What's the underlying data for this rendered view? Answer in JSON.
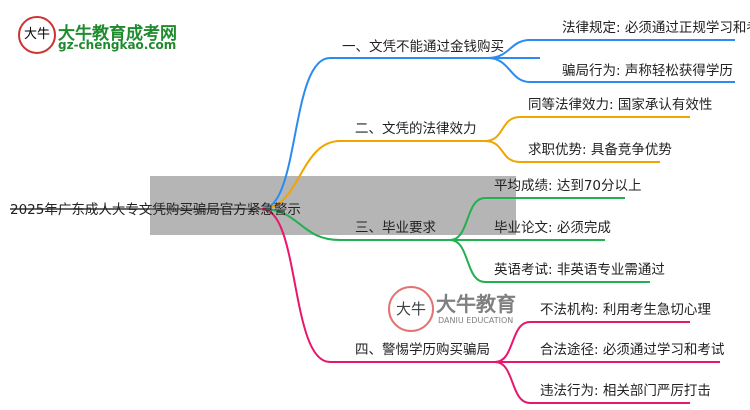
{
  "logo": {
    "title": "大牛教育成考网",
    "url": "gz-chengkao.com",
    "mark": "大牛"
  },
  "watermark": {
    "title": "大牛教育",
    "sub": "DANIU EDUCATION",
    "mark": "大牛"
  },
  "root": "2025年广东成人大专文凭购买骗局官方紧急警示",
  "branches": [
    {
      "label": "一、文凭不能通过金钱购买",
      "color": "#2a8cf0",
      "children": [
        "法律规定: 必须通过正规学习和考试",
        "骗局行为: 声称轻松获得学历"
      ]
    },
    {
      "label": "二、文凭的法律效力",
      "color": "#f0a500",
      "children": [
        "同等法律效力: 国家承认有效性",
        "求职优势: 具备竞争优势"
      ]
    },
    {
      "label": "三、毕业要求",
      "color": "#22b050",
      "children": [
        "平均成绩: 达到70分以上",
        "毕业论文: 必须完成",
        "英语考试: 非英语专业需通过"
      ]
    },
    {
      "label": "四、警惕学历购买骗局",
      "color": "#e8176e",
      "children": [
        "不法机构: 利用考生急切心理",
        "合法途径: 必须通过学习和考试",
        "违法行为: 相关部门严厉打击"
      ]
    }
  ]
}
